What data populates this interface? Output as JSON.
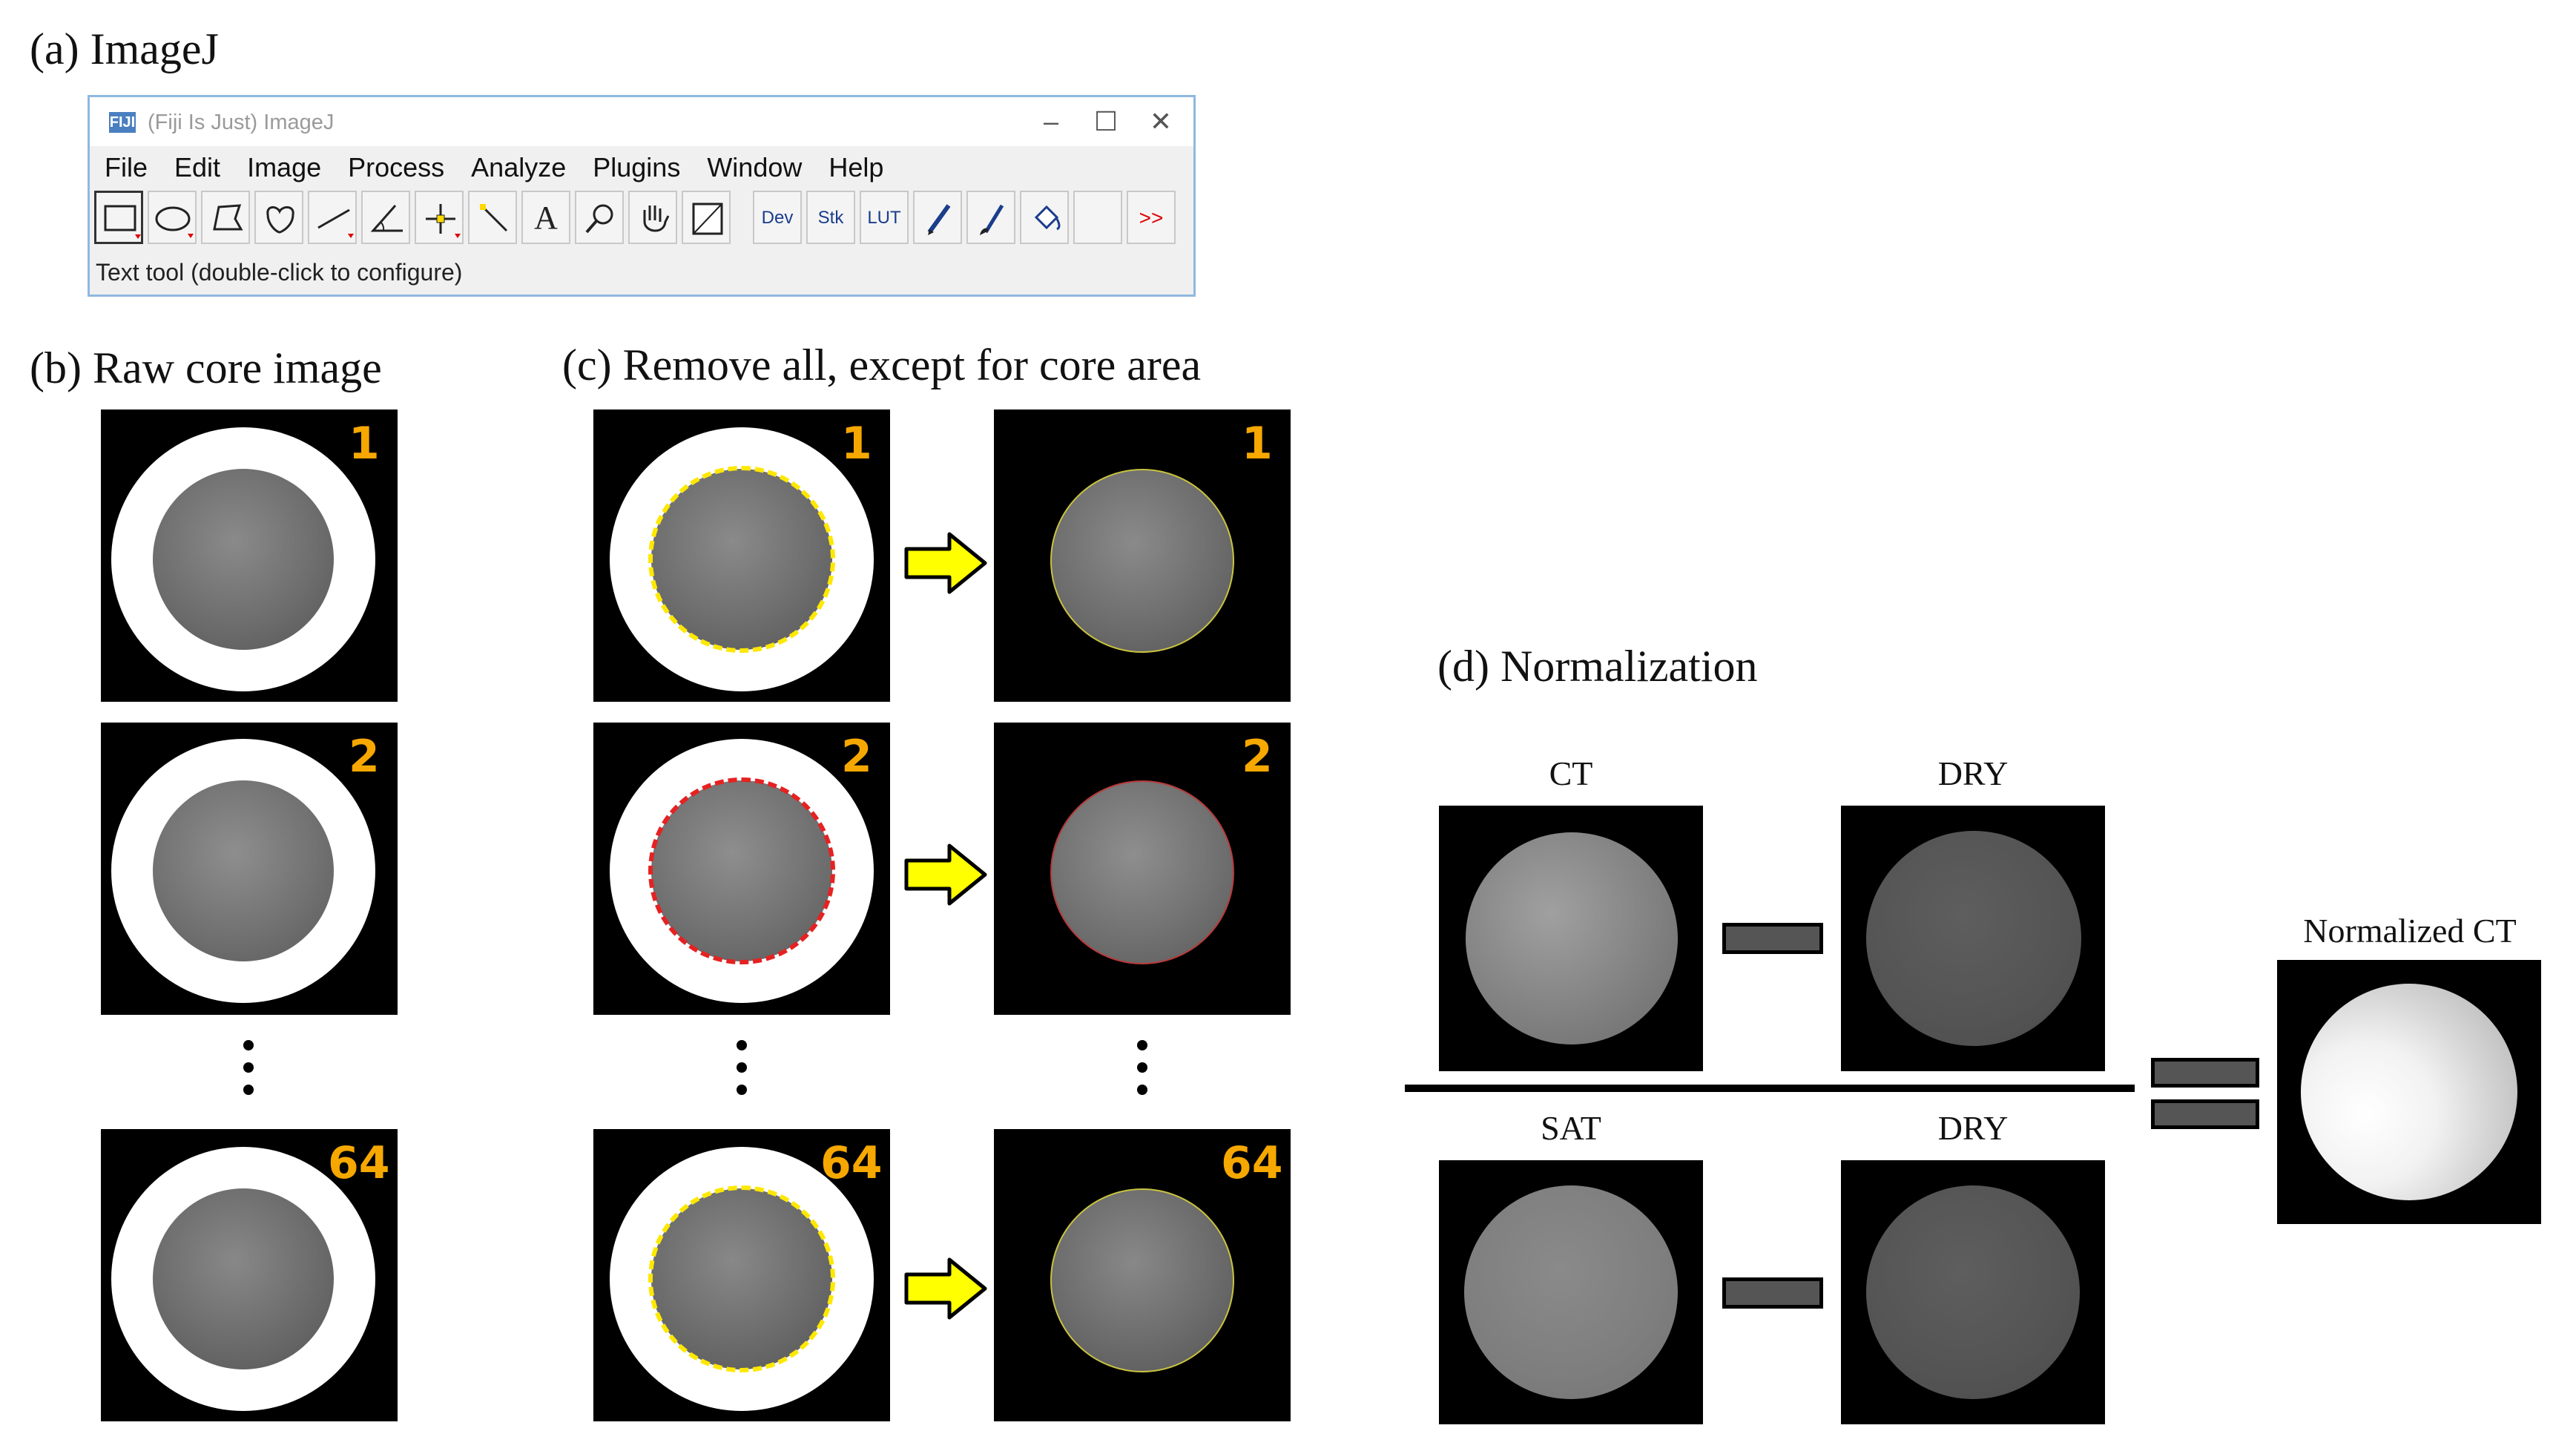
{
  "sections": {
    "a": "(a) ImageJ",
    "b": "(b) Raw core image",
    "c": "(c) Remove all, except for core area",
    "d": "(d) Normalization"
  },
  "imagej": {
    "title": "(Fiji Is Just) ImageJ",
    "logo": "FIJI",
    "menu": [
      "File",
      "Edit",
      "Image",
      "Process",
      "Analyze",
      "Plugins",
      "Window",
      "Help"
    ],
    "tools": [
      "rectangle",
      "oval",
      "polygon",
      "freehand",
      "line",
      "angle",
      "point",
      "wand",
      "text",
      "magnifier",
      "hand",
      "color-picker",
      "Dev",
      "Stk",
      "LUT",
      "pencil",
      "brush",
      "flood-fill",
      "blank",
      ">>"
    ],
    "status": "Text tool (double-click to configure)"
  },
  "slices": {
    "s1": "1",
    "s2": "2",
    "s64": "64"
  },
  "normalization": {
    "ct": "CT",
    "dry_top": "DRY",
    "sat": "SAT",
    "dry_bottom": "DRY",
    "result": "Normalized CT"
  },
  "colors": {
    "slice_number": "#f6a800",
    "selection_yellow": "#ffe800",
    "selection_red": "#e52222",
    "arrow_fill": "#ffff00"
  }
}
